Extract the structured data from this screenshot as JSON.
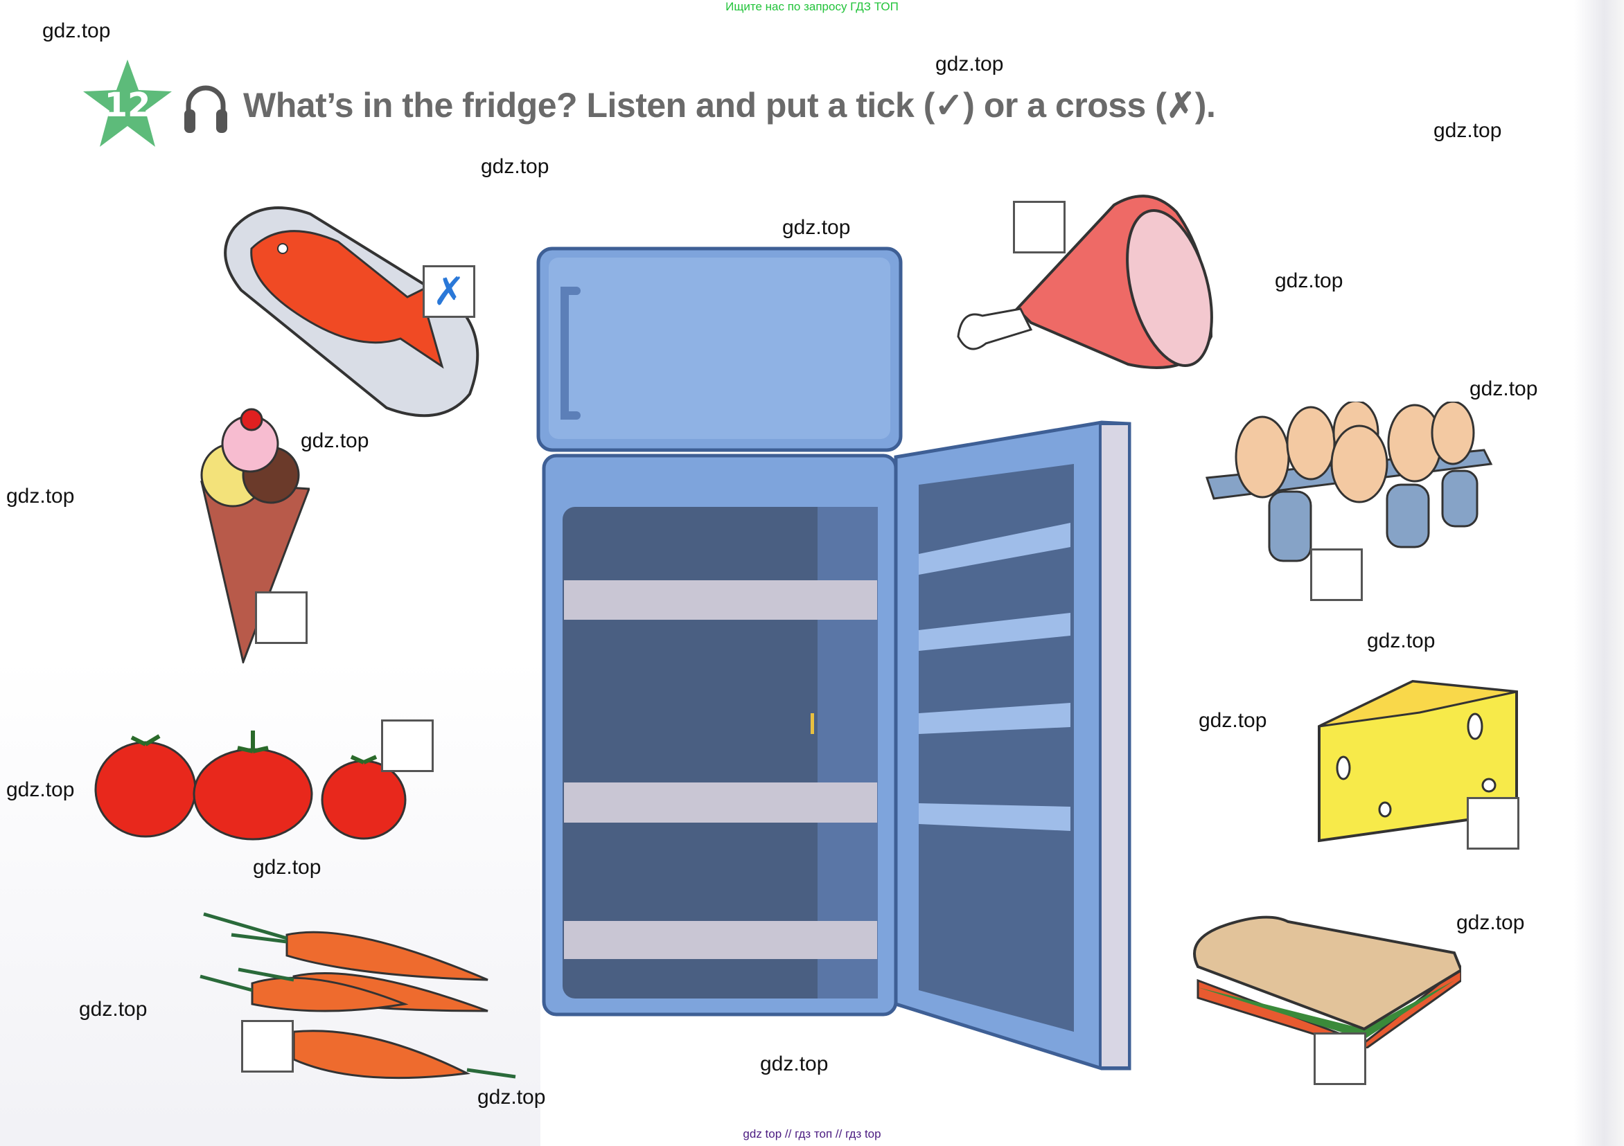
{
  "banner": "Ищите нас по запросу ГДЗ ТОП",
  "exercise": {
    "number": "12",
    "instruction": "What’s in the fridge? Listen and put a tick (✓) or a cross (✗).",
    "accent_color": "#5dbb7a"
  },
  "watermarks": [
    "gdz.top",
    "gdz.top",
    "gdz.top",
    "gdz.top",
    "gdz.top",
    "gdz.top",
    "gdz.top",
    "gdz.top",
    "gdz.top",
    "gdz.top",
    "gdz.top",
    "gdz.top",
    "gdz.top",
    "gdz.top",
    "gdz.top",
    "gdz.top",
    "gdz.top"
  ],
  "items": {
    "fish": {
      "mark": "✗"
    },
    "ham": {
      "mark": ""
    },
    "ice_cream": {
      "mark": ""
    },
    "eggs": {
      "mark": ""
    },
    "tomatoes": {
      "mark": ""
    },
    "cheese": {
      "mark": ""
    },
    "carrots": {
      "mark": ""
    },
    "sandwich": {
      "mark": ""
    }
  },
  "footer": "gdz top  //  гдз топ  //  гдз top"
}
